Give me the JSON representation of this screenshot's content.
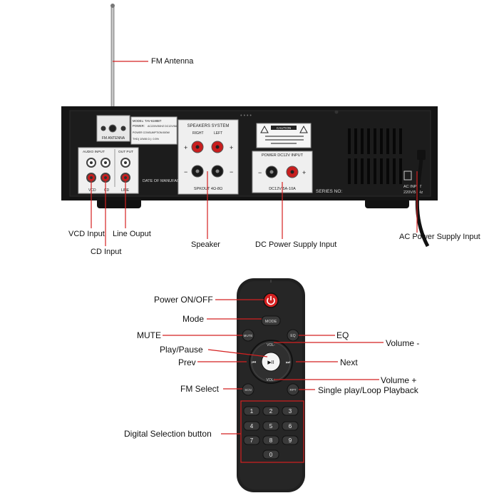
{
  "amplifier": {
    "panel_labels": {
      "fm_antenna_plate": "FM ANTENNA",
      "model": "MODEL: TAV-6188BT",
      "power": "POWER:",
      "power_values": "AC220V/50HZ DC12V/5A",
      "consumption": "POWER CONSUMPTION:500W",
      "thd": "THD( 10W8 Ω ): 0.5%",
      "audio_input": "AUDIO INPUT",
      "out_put": "OUT PUT",
      "vcd": "VCD",
      "cd": "CD",
      "line": "LINE",
      "date_of_manufacture": "DATE OF MANUFACTURE",
      "speakers_system": "SPEAKERS SYSTEM",
      "right": "RIGHT",
      "left": "LEFT",
      "spkout": "SPKOUT 4Ω-8Ω",
      "caution": "CAUTION",
      "power_dc_input": "POWER DC12V INPUT",
      "dc_rating": "DC12V 5A-10A",
      "series_no": "SERIES NO:",
      "ac_input": "AC INPUT",
      "ac_rating": "220V/50Hz"
    },
    "callouts": {
      "fm_antenna": "FM Antenna",
      "vcd_input": "VCD Input",
      "cd_input": "CD Input",
      "line_output": "Line Ouput",
      "speaker": "Speaker",
      "dc_power": "DC Power Supply Input",
      "ac_power": "AC Power Supply Input"
    }
  },
  "remote": {
    "buttons": {
      "mode": "MODE",
      "mute": "MUTE",
      "eq": "EQ",
      "vol_plus": "VOL+",
      "vol_minus": "VOL-",
      "scn": "SCN",
      "rpt": "RPT",
      "play": "▶II",
      "prev": "⏮",
      "next": "⏭"
    },
    "digits": [
      "1",
      "2",
      "3",
      "4",
      "5",
      "6",
      "7",
      "8",
      "9",
      "0"
    ],
    "callouts": {
      "power": "Power ON/OFF",
      "mode": "Mode",
      "mute": "MUTE",
      "eq": "EQ",
      "volume_minus": "Volume -",
      "play_pause": "Play/Pause",
      "prev": "Prev",
      "next": "Next",
      "volume_plus": "Volume +",
      "fm_select": "FM Select",
      "loop": "Single play/Loop Playback",
      "digital": "Digital Selection button"
    }
  },
  "colors": {
    "accent_red": "#d42020",
    "device_black": "#1a1a1a",
    "remote_black": "#202020"
  }
}
